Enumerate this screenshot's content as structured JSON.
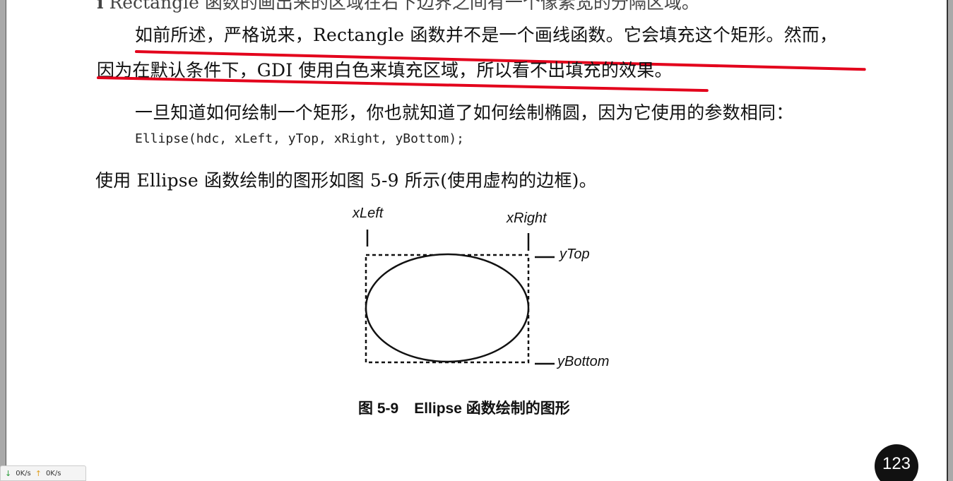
{
  "document": {
    "cut_line": "ℹ Rectangle 函数的画出来的区域在右下边界之间有一个像素宽的分隔区域。",
    "para1_line1": "如前所述，严格说来，Rectangle 函数并不是一个画线函数。它会填充这个矩形。然而，",
    "para1_line2": "因为在默认条件下，GDI 使用白色来填充区域，所以看不出填充的效果。",
    "para2": "一旦知道如何绘制一个矩形，你也就知道了如何绘制椭圆，因为它使用的参数相同：",
    "code": "Ellipse(hdc, xLeft, yTop, xRight, yBottom);",
    "para3": "使用 Ellipse 函数绘制的图形如图 5-9 所示(使用虚构的边框)。",
    "figure": {
      "label_xleft": "xLeft",
      "label_xright": "xRight",
      "label_ytop": "yTop",
      "label_ybottom": "yBottom"
    },
    "caption_num": "图 5-9",
    "caption_text": "Ellipse 函数绘制的图形",
    "page_number": "123"
  },
  "netmon": {
    "down_icon": "arrow-down-icon",
    "down_speed": "0K/s",
    "up_icon": "arrow-up-icon",
    "up_speed": "0K/s"
  },
  "colors": {
    "underline": "#e3001b",
    "page_badge": "#111111"
  }
}
